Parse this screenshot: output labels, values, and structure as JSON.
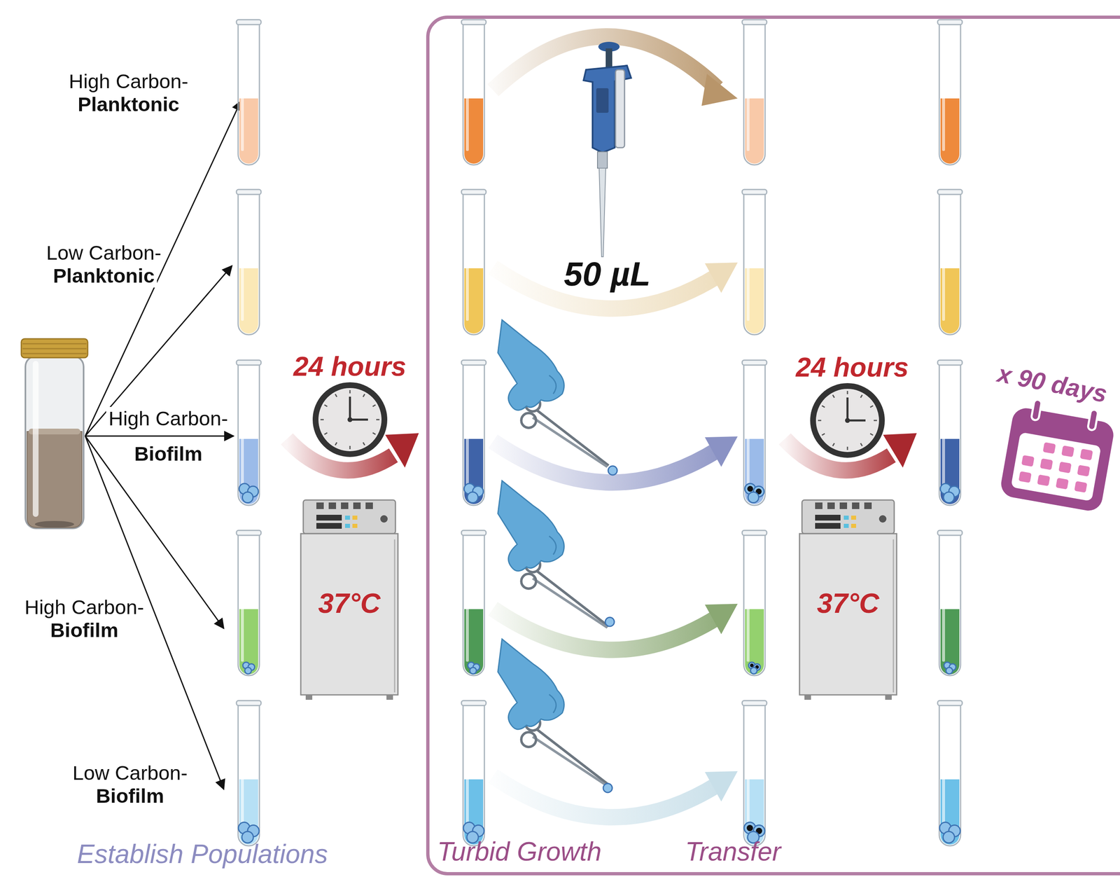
{
  "diagram": {
    "nodes": [
      {
        "text": [
          "High Carbon-",
          "Planktonic"
        ]
      },
      {
        "text": [
          "Low Carbon-",
          "Planktonic"
        ]
      },
      {
        "text": [
          "High Carbon-",
          "Biofilm"
        ]
      },
      {
        "text": [
          "High Carbon-",
          "Biofilm"
        ]
      },
      {
        "text": [
          "Low Carbon-",
          "Biofilm"
        ]
      },
      {
        "text": [
          "37°C"
        ]
      },
      {
        "text": [
          "Turbid Growth",
          "Transfer"
        ]
      },
      {
        "text": [
          "37°C"
        ],
        "in": 6
      }
    ],
    "labels": [
      "24 hours",
      "24 hours",
      "50 µL",
      "x 90 days",
      "Establish Populations"
    ]
  }
}
